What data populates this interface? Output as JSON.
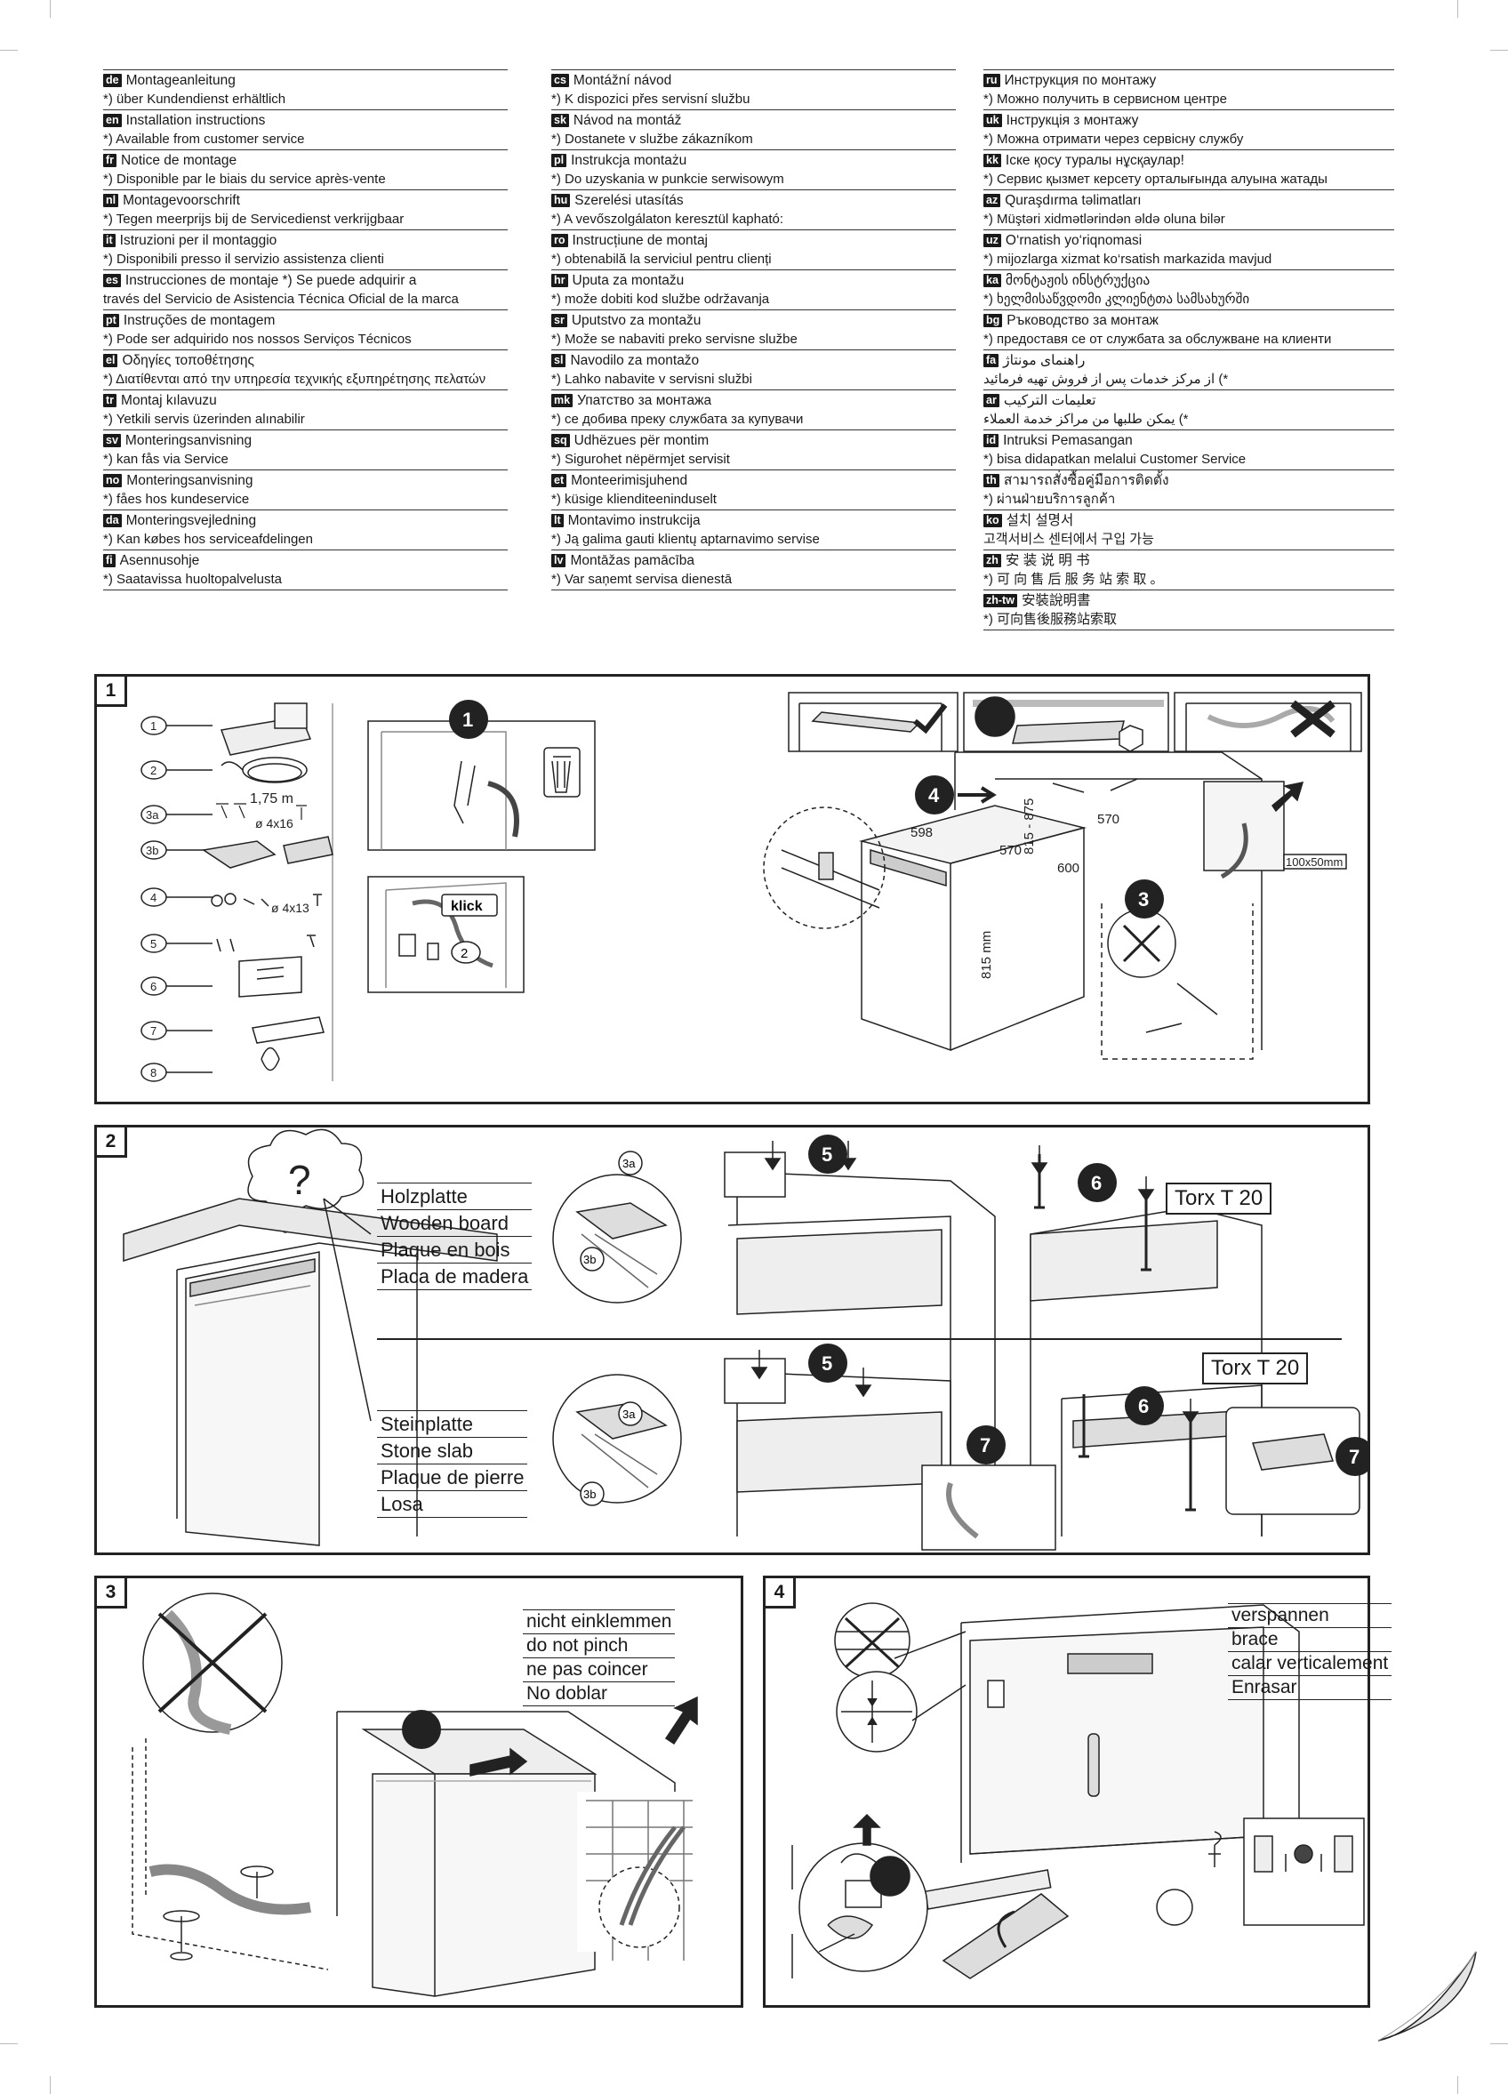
{
  "languages": {
    "col1": [
      {
        "code": "de",
        "title": "Montageanleitung",
        "note": "*) über Kundendienst erhältlich"
      },
      {
        "code": "en",
        "title": "Installation instructions",
        "note": "*) Available from customer service"
      },
      {
        "code": "fr",
        "title": "Notice de montage",
        "note": "*) Disponible par le biais du service après-vente"
      },
      {
        "code": "nl",
        "title": "Montagevoorschrift",
        "note": "*) Tegen meerprijs bij de Servicedienst verkrijgbaar"
      },
      {
        "code": "it",
        "title": "Istruzioni per il montaggio",
        "note": "*) Disponibili presso il servizio assistenza clienti"
      },
      {
        "code": "es",
        "title": "Instrucciones de montaje    *) Se puede adquirir a",
        "note": "través del Servicio de Asistencia Técnica Oficial de la marca"
      },
      {
        "code": "pt",
        "title": "Instruções de montagem",
        "note": "*) Pode ser adquirido nos nossos Serviços Técnicos"
      },
      {
        "code": "el",
        "title": "Οδηγίες τοποθέτησης",
        "note": "*) Διατίθενται από την υπηρεσία τεχνικής εξυπηρέτησης πελατών"
      },
      {
        "code": "tr",
        "title": "Montaj kılavuzu",
        "note": "*) Yetkili servis üzerinden alınabilir"
      },
      {
        "code": "sv",
        "title": "Monteringsanvisning",
        "note": "*) kan fås via Service"
      },
      {
        "code": "no",
        "title": "Monteringsanvisning",
        "note": "*) fåes hos kundeservice"
      },
      {
        "code": "da",
        "title": "Monteringsvejledning",
        "note": "*) Kan købes hos serviceafdelingen"
      },
      {
        "code": "fi",
        "title": "Asennusohje",
        "note": "*) Saatavissa huoltopalvelusta"
      }
    ],
    "col2": [
      {
        "code": "cs",
        "title": "Montážní návod",
        "note": "*) K dispozici přes servisní službu"
      },
      {
        "code": "sk",
        "title": "Návod na montáž",
        "note": "*) Dostanete v službe zákazníkom"
      },
      {
        "code": "pl",
        "title": "Instrukcja montażu",
        "note": "*) Do uzyskania w punkcie serwisowym"
      },
      {
        "code": "hu",
        "title": "Szerelési utasítás",
        "note": "*) A vevőszolgálaton keresztül kapható:"
      },
      {
        "code": "ro",
        "title": "Instrucțiune de montaj",
        "note": "*) obtenabilă la serviciul pentru clienți"
      },
      {
        "code": "hr",
        "title": "Uputa za montažu",
        "note": "*) može dobiti kod službe održavanja"
      },
      {
        "code": "sr",
        "title": "Uputstvo za montažu",
        "note": "*) Može se nabaviti preko servisne službe"
      },
      {
        "code": "sl",
        "title": "Navodilo za montažo",
        "note": "*) Lahko nabavite v servisni službi"
      },
      {
        "code": "mk",
        "title": "Упатство за монтажа",
        "note": "*) се добива преку службата за купувачи"
      },
      {
        "code": "sq",
        "title": "Udhëzues për montim",
        "note": "*) Sigurohet nëpërmjet servisit"
      },
      {
        "code": "et",
        "title": "Monteerimisjuhend",
        "note": "*) küsige klienditeeninduselt"
      },
      {
        "code": "lt",
        "title": "Montavimo instrukcija",
        "note": "*) Ją galima gauti klientų aptarnavimo servise"
      },
      {
        "code": "lv",
        "title": "Montāžas pamācība",
        "note": "*) Var saņemt servisa dienestā"
      }
    ],
    "col3": [
      {
        "code": "ru",
        "title": "Инструкция по монтажу",
        "note": "*) Можно получить в сервисном центре"
      },
      {
        "code": "uk",
        "title": "Інструкція з монтажу",
        "note": "*) Можна отримати через сервісну службу"
      },
      {
        "code": "kk",
        "title": "Іске қосу туралы нұсқаулар!",
        "note": "*) Сервис қызмет керсету орталығында алуына жатады"
      },
      {
        "code": "az",
        "title": "Quraşdırma təlimatları",
        "note": "*) Müştəri xidmətlərindən əldə oluna bilər"
      },
      {
        "code": "uz",
        "title": "O‘rnatish yo‘riqnomasi",
        "note": "*) mijozlarga xizmat ko‘rsatish markazida mavjud"
      },
      {
        "code": "ka",
        "title": "მონტაჟის ინსტრუქცია",
        "note": "*) ხელმისაწვდომი კლიენტთა სამსახურში"
      },
      {
        "code": "bg",
        "title": "Ръководство за монтаж",
        "note": "*) предоставя се от службата за обслужване на клиенти"
      },
      {
        "code": "fa",
        "title": "راهنمای مونتاژ",
        "note": "*) از مرکز خدمات پس از فروش تهیه فرمائید",
        "rtl": true
      },
      {
        "code": "ar",
        "title": "تعليمات التركيب",
        "note": "*) يمكن طلبها من مراكز خدمة العملاء",
        "rtl": true
      },
      {
        "code": "id",
        "title": "Intruksi Pemasangan",
        "note": "*)    bisa didapatkan melalui Customer Service"
      },
      {
        "code": "th",
        "title": "สามารถสั่งซื้อคู่มือการติดตั้ง",
        "note": "*) ผ่านฝ่ายบริการลูกค้า"
      },
      {
        "code": "ko",
        "title": "설치 설명서",
        "note": "고객서비스 센터에서 구입 가능"
      },
      {
        "code": "zh",
        "title": "安 装 说 明 书",
        "note": "*) 可 向 售 后 服 务 站 索 取 。"
      },
      {
        "code": "zh-tw",
        "title": "安裝說明書",
        "note": "*) 可向售後服務站索取"
      }
    ]
  },
  "panels": {
    "p1": {
      "number": "1",
      "parts": [
        "1",
        "2",
        "3a",
        "3b",
        "4",
        "5",
        "6",
        "7",
        "8"
      ],
      "cable_length": "1,75 m",
      "screw_4x16": "ø 4x16",
      "screw_4x13": "ø 4x13",
      "klick": "klick",
      "steps": [
        "1",
        "2",
        "3",
        "4"
      ],
      "dims": {
        "d815_875": "815 - 875",
        "d570a": "570",
        "d600": "600",
        "d598": "598",
        "d570b": "570",
        "d815mm": "815 mm",
        "cutout": "100x50mm"
      }
    },
    "p2": {
      "number": "2",
      "question": "?",
      "wood": [
        "Holzplatte",
        "Wooden board",
        "Plaque en bois",
        "Placa de madera"
      ],
      "stone": [
        "Steinplatte",
        "Stone slab",
        "Plaque de pierre",
        "Losa"
      ],
      "torx": "Torx T 20",
      "steps": [
        "5",
        "6",
        "7"
      ],
      "parts": [
        "3a",
        "3b"
      ]
    },
    "p3": {
      "number": "3",
      "labels": [
        "nicht einklemmen",
        "do not pinch",
        "ne pas coincer",
        "No doblar"
      ]
    },
    "p4": {
      "number": "4",
      "labels": [
        "verspannen",
        "brace",
        "calar verticalement",
        "Enrasar"
      ]
    }
  },
  "colors": {
    "ink": "#1a1a1a",
    "gray": "#8c8c8c",
    "light": "#d9d9d9"
  }
}
